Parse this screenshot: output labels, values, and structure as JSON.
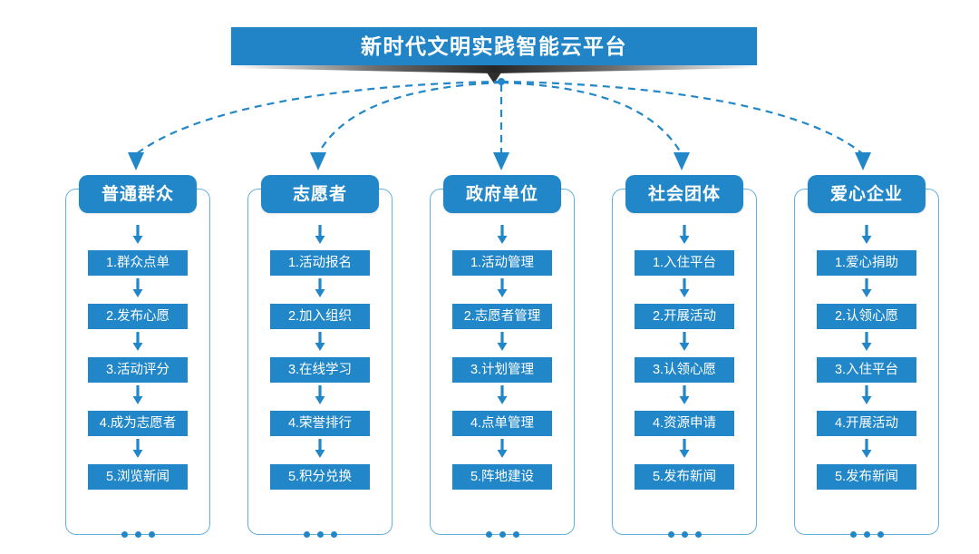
{
  "header": {
    "title": "新时代文明实践智能云平台",
    "arrow_icon": "chevron-down-icon"
  },
  "colors": {
    "brand_blue": "#2287c8",
    "title_blue": "#2084c6",
    "outline_blue": "#64b0dd",
    "banner_dark": "#2f2f2f",
    "text_white": "#ffffff"
  },
  "ellipsis": "...",
  "columns": [
    {
      "id": "public",
      "header": "普通群众",
      "items": [
        "1.群众点单",
        "2.发布心愿",
        "3.活动评分",
        "4.成为志愿者",
        "5.浏览新闻"
      ]
    },
    {
      "id": "volunteer",
      "header": "志愿者",
      "items": [
        "1.活动报名",
        "2.加入组织",
        "3.在线学习",
        "4.荣誉排行",
        "5.积分兑换"
      ]
    },
    {
      "id": "government",
      "header": "政府单位",
      "items": [
        "1.活动管理",
        "2.志愿者管理",
        "3.计划管理",
        "4.点单管理",
        "5.阵地建设"
      ]
    },
    {
      "id": "social-group",
      "header": "社会团体",
      "items": [
        "1.入住平台",
        "2.开展活动",
        "3.认领心愿",
        "4.资源申请",
        "5.发布新闻"
      ]
    },
    {
      "id": "charity-enterprise",
      "header": "爱心企业",
      "items": [
        "1.爱心捐助",
        "2.认领心愿",
        "3.入住平台",
        "4.开展活动",
        "5.发布新闻"
      ]
    }
  ]
}
